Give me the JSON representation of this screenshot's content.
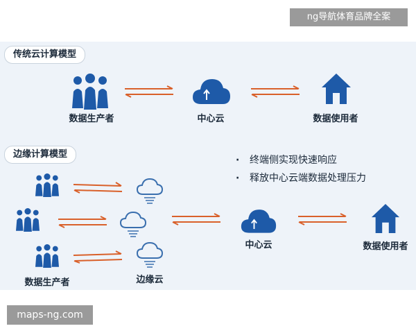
{
  "watermarks": {
    "top": "ng导航体育品牌全案",
    "bottom": "maps-ng.com"
  },
  "traditional": {
    "title": "传统云计算模型",
    "producer_label": "数据生产者",
    "center_label": "中心云",
    "consumer_label": "数据使用者"
  },
  "edge": {
    "title": "边缘计算模型",
    "producer_label": "数据生产者",
    "edge_label": "边缘云",
    "center_label": "中心云",
    "consumer_label": "数据使用者",
    "bullets": [
      "终端侧实现快速响应",
      "释放中心云端数据处理压力"
    ]
  },
  "colors": {
    "icon_blue": "#1e5aa8",
    "arrow_orange": "#d9602a",
    "edge_cloud_stroke": "#3a6fae",
    "panel_bg": "#eef3f9"
  },
  "icons": {
    "producer": "people-group-icon",
    "center": "cloud-upload-icon",
    "consumer": "house-icon",
    "edge": "cloud-outline-icon"
  }
}
